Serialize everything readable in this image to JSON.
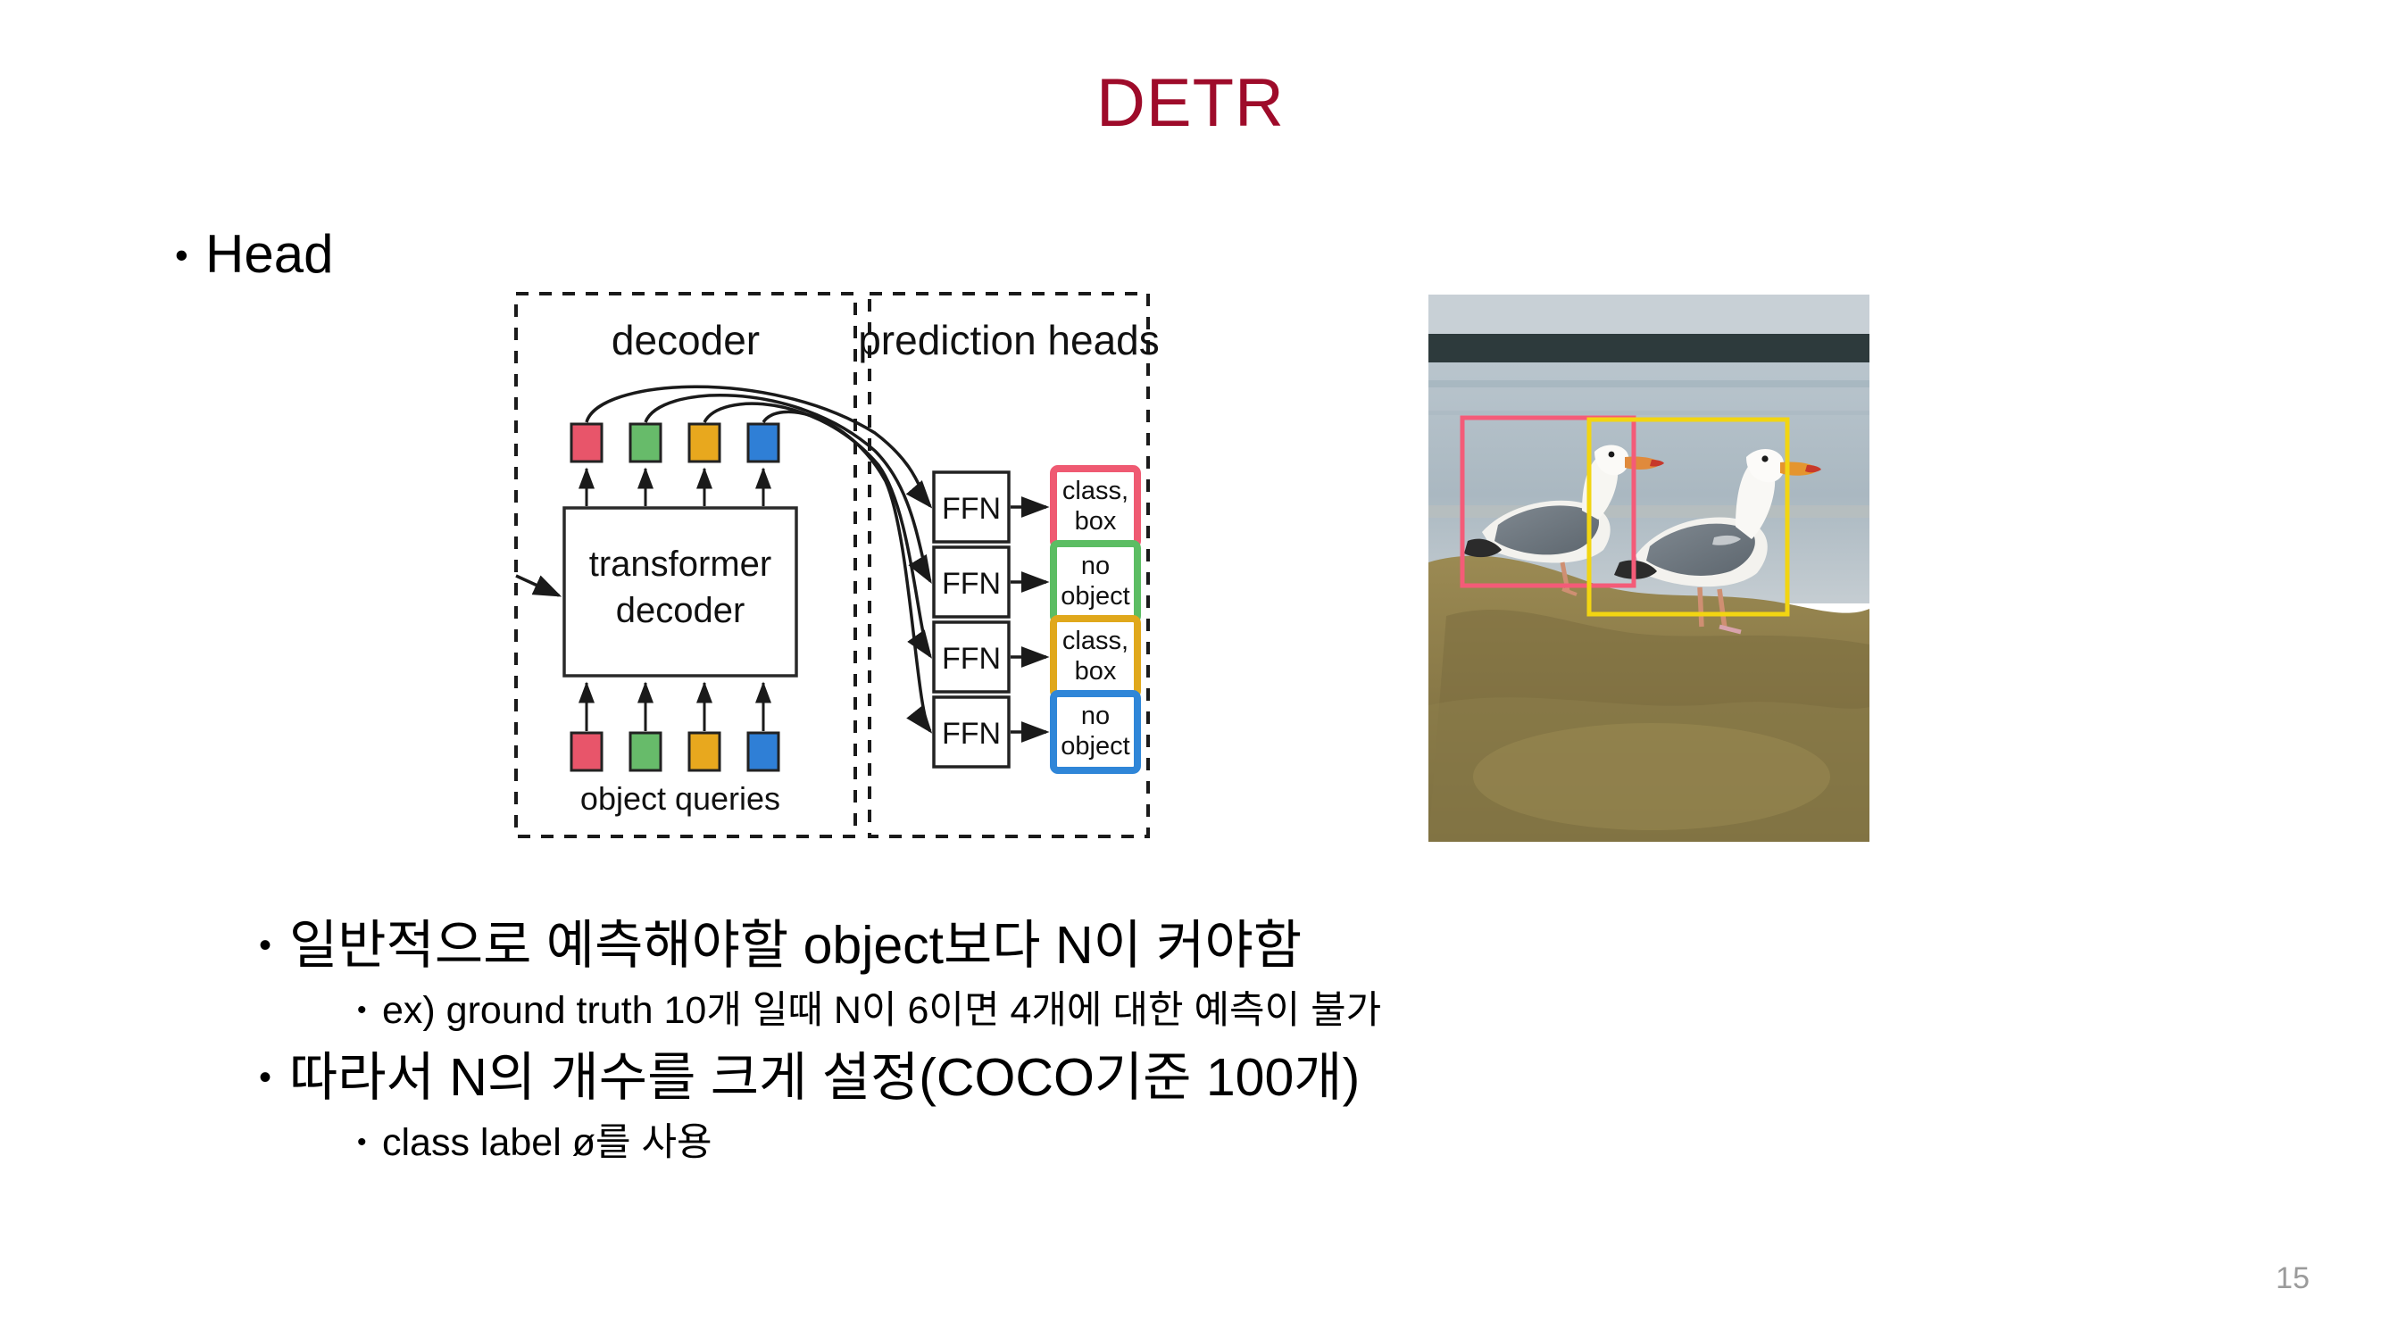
{
  "slide": {
    "title": "DETR",
    "title_color": "#9e0b2a",
    "page_number": "15",
    "background": "#ffffff"
  },
  "head_bullet": {
    "marker": "•",
    "label": "Head"
  },
  "figure": {
    "decoder_panel": {
      "title": "decoder",
      "inner_box_line1": "transformer",
      "inner_box_line2": "decoder",
      "queries_label": "object queries",
      "query_colors": [
        "#e8556a",
        "#67bb6a",
        "#e8a81e",
        "#2f7fd6"
      ]
    },
    "prediction_panel": {
      "title": "prediction heads",
      "ffn_label": "FFN",
      "outputs": [
        {
          "line1": "class,",
          "line2": "box",
          "color": "#ef5a72"
        },
        {
          "line1": "no",
          "line2": "object",
          "color": "#5cbd63"
        },
        {
          "line1": "class,",
          "line2": "box",
          "color": "#e0a81c"
        },
        {
          "line1": "no",
          "line2": "object",
          "color": "#2f86d8"
        }
      ]
    },
    "photo": {
      "description": "two seagulls standing on a rocky shore",
      "boxes": [
        {
          "color": "#f45b78",
          "label": "left bird box"
        },
        {
          "color": "#f2d512",
          "label": "right bird box"
        }
      ]
    }
  },
  "bullets": [
    {
      "level": 1,
      "marker": "•",
      "text": "일반적으로 예측해야할 object보다 N이 커야함"
    },
    {
      "level": 2,
      "marker": "•",
      "text": "ex) ground truth 10개 일때 N이 6이면 4개에 대한 예측이 불가"
    },
    {
      "level": 1,
      "marker": "•",
      "text": "따라서 N의 개수를 크게 설정(COCO기준 100개)"
    },
    {
      "level": 2,
      "marker": "•",
      "text": "class label ø를 사용"
    }
  ]
}
